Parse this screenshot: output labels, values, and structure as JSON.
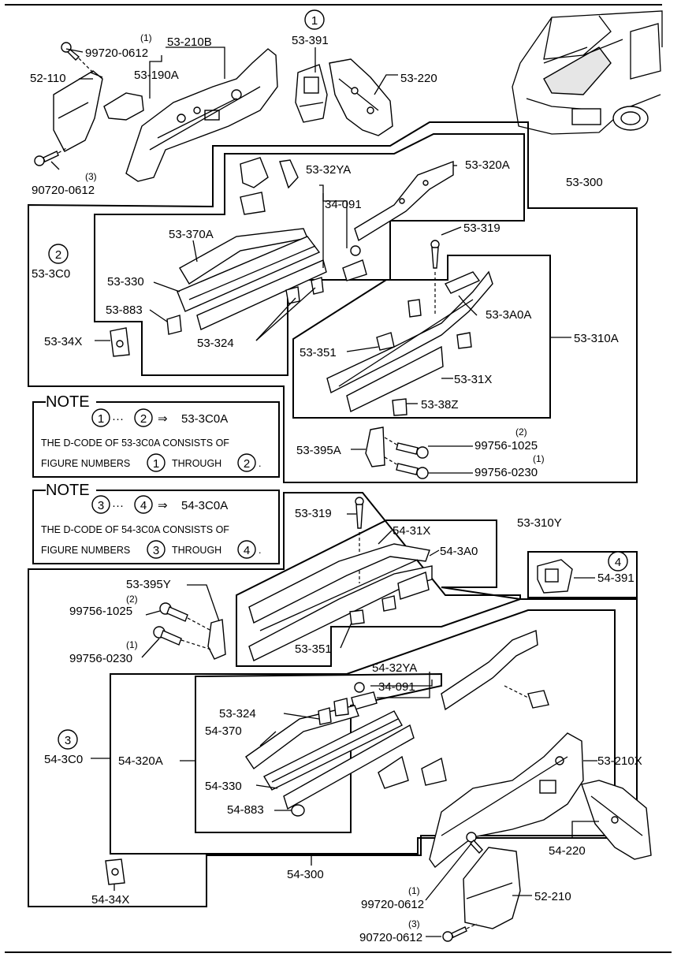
{
  "circled": {
    "n1": "1",
    "n2": "2",
    "n3": "3",
    "n4": "4"
  },
  "labels": {
    "p_99720_0612_top": "99720-0612",
    "p_99720_0612_top_q": "(1)",
    "p_53_210b": "53-210B",
    "p_53_391": "53-391",
    "p_52_110": "52-110",
    "p_53_190a": "53-190A",
    "p_53_220": "53-220",
    "p_90720_0612_top": "90720-0612",
    "p_90720_0612_top_q": "(3)",
    "p_53_32ya": "53-32YA",
    "p_53_320a": "53-320A",
    "p_53_300": "53-300",
    "p_34_091_top": "34-091",
    "p_53_319_top": "53-319",
    "p_53_370a": "53-370A",
    "p_53_3c0": "53-3C0",
    "p_53_330": "53-330",
    "p_53_3a0a": "53-3A0A",
    "p_53_883": "53-883",
    "p_53_34x": "53-34X",
    "p_53_324_top": "53-324",
    "p_53_310a": "53-310A",
    "p_53_351_top": "53-351",
    "p_53_31x": "53-31X",
    "p_53_38z": "53-38Z",
    "p_53_395a": "53-395A",
    "p_99756_1025_top": "99756-1025",
    "p_99756_1025_top_q": "(2)",
    "p_99756_0230_top": "99756-0230",
    "p_99756_0230_top_q": "(1)",
    "p_53_319_mid": "53-319",
    "p_53_310y": "53-310Y",
    "p_54_31x": "54-31X",
    "p_54_3a0": "54-3A0",
    "p_54_391": "54-391",
    "p_53_395y": "53-395Y",
    "p_99756_1025_mid": "99756-1025",
    "p_99756_1025_mid_q": "(2)",
    "p_99756_0230_mid": "99756-0230",
    "p_99756_0230_mid_q": "(1)",
    "p_53_351_mid": "53-351",
    "p_54_32ya": "54-32YA",
    "p_34_091_mid": "34-091",
    "p_53_324_mid": "53-324",
    "p_54_370": "54-370",
    "p_54_3c0": "54-3C0",
    "p_54_320a": "54-320A",
    "p_53_210x": "53-210X",
    "p_54_330": "54-330",
    "p_54_883": "54-883",
    "p_54_220": "54-220",
    "p_54_300": "54-300",
    "p_54_34x": "54-34X",
    "p_99720_0612_bot": "99720-0612",
    "p_99720_0612_bot_q": "(1)",
    "p_52_210": "52-210",
    "p_90720_0612_bot": "90720-0612",
    "p_90720_0612_bot_q": "(3)"
  },
  "notes": [
    {
      "title": "NOTE",
      "from": "1",
      "to": "2",
      "dots": "···",
      "arrow": "⇒",
      "code": "53-3C0A",
      "line2": "THE D-CODE OF 53-3C0A CONSISTS OF",
      "line3a": "FIGURE NUMBERS",
      "line3b": "THROUGH",
      "line3c": "."
    },
    {
      "title": "NOTE",
      "from": "3",
      "to": "4",
      "dots": "···",
      "arrow": "⇒",
      "code": "54-3C0A",
      "line2": "THE D-CODE OF 54-3C0A CONSISTS OF",
      "line3a": "FIGURE NUMBERS",
      "line3b": "THROUGH",
      "line3c": "."
    }
  ]
}
